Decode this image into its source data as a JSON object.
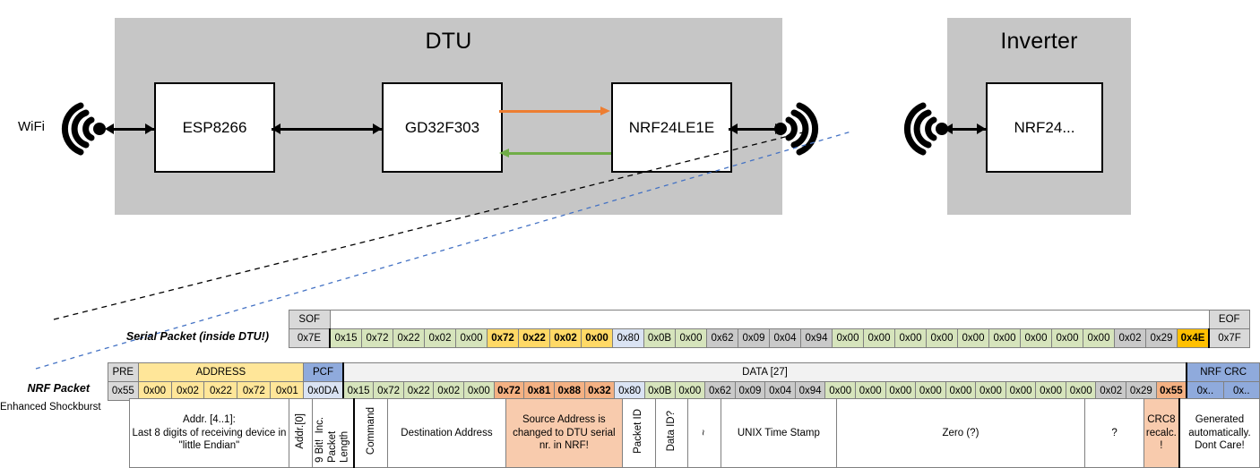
{
  "diagram": {
    "dtu": {
      "title": "DTU",
      "chips": [
        "ESP8266",
        "GD32F303",
        "NRF24LE1E"
      ],
      "wifi_label": "WiFi",
      "tx_arrow_color": "#ed7d31",
      "rx_arrow_color": "#70ad47"
    },
    "inverter": {
      "title": "Inverter",
      "chips": [
        "NRF24..."
      ]
    }
  },
  "serial_packet": {
    "label": "Serial Packet (inside DTU!)",
    "sof_header": "SOF",
    "eof_header": "EOF",
    "sof_value": "0x7E",
    "eof_value": "0x7F",
    "bytes": [
      {
        "v": "0x15",
        "fill": "f-green",
        "bold": false
      },
      {
        "v": "0x72",
        "fill": "f-green",
        "bold": false
      },
      {
        "v": "0x22",
        "fill": "f-green",
        "bold": false
      },
      {
        "v": "0x02",
        "fill": "f-green",
        "bold": false
      },
      {
        "v": "0x00",
        "fill": "f-green",
        "bold": false
      },
      {
        "v": "0x72",
        "fill": "f-yellow-d",
        "bold": true
      },
      {
        "v": "0x22",
        "fill": "f-yellow-d",
        "bold": true
      },
      {
        "v": "0x02",
        "fill": "f-yellow-d",
        "bold": true
      },
      {
        "v": "0x00",
        "fill": "f-yellow-d",
        "bold": true
      },
      {
        "v": "0x80",
        "fill": "f-blue",
        "bold": false
      },
      {
        "v": "0x0B",
        "fill": "f-green",
        "bold": false
      },
      {
        "v": "0x00",
        "fill": "f-green",
        "bold": false
      },
      {
        "v": "0x62",
        "fill": "f-silver",
        "bold": false
      },
      {
        "v": "0x09",
        "fill": "f-silver",
        "bold": false
      },
      {
        "v": "0x04",
        "fill": "f-silver",
        "bold": false
      },
      {
        "v": "0x94",
        "fill": "f-silver",
        "bold": false
      },
      {
        "v": "0x00",
        "fill": "f-green",
        "bold": false
      },
      {
        "v": "0x00",
        "fill": "f-green",
        "bold": false
      },
      {
        "v": "0x00",
        "fill": "f-green",
        "bold": false
      },
      {
        "v": "0x00",
        "fill": "f-green",
        "bold": false
      },
      {
        "v": "0x00",
        "fill": "f-green",
        "bold": false
      },
      {
        "v": "0x00",
        "fill": "f-green",
        "bold": false
      },
      {
        "v": "0x00",
        "fill": "f-green",
        "bold": false
      },
      {
        "v": "0x00",
        "fill": "f-green",
        "bold": false
      },
      {
        "v": "0x00",
        "fill": "f-green",
        "bold": false
      },
      {
        "v": "0x02",
        "fill": "f-silver",
        "bold": false
      },
      {
        "v": "0x29",
        "fill": "f-silver",
        "bold": false
      },
      {
        "v": "0x4E",
        "fill": "f-amber",
        "bold": true
      }
    ]
  },
  "nrf_packet": {
    "label": "NRF Packet",
    "sublabel": "Enhanced Shockburst",
    "headers": {
      "pre": "PRE",
      "address": "ADDRESS",
      "pcf": "PCF",
      "data": "DATA [27]",
      "crc": "NRF CRC"
    },
    "pre_value": "0x55",
    "address_bytes": [
      "0x00",
      "0x02",
      "0x22",
      "0x72",
      "0x01"
    ],
    "pcf_value": "0x0DA",
    "crc_bytes": [
      "0x..",
      "0x.."
    ],
    "bytes": [
      {
        "v": "0x15",
        "fill": "f-green",
        "bold": false
      },
      {
        "v": "0x72",
        "fill": "f-green",
        "bold": false
      },
      {
        "v": "0x22",
        "fill": "f-green",
        "bold": false
      },
      {
        "v": "0x02",
        "fill": "f-green",
        "bold": false
      },
      {
        "v": "0x00",
        "fill": "f-green",
        "bold": false
      },
      {
        "v": "0x72",
        "fill": "f-salmon-d",
        "bold": true
      },
      {
        "v": "0x81",
        "fill": "f-salmon-d",
        "bold": true
      },
      {
        "v": "0x88",
        "fill": "f-salmon-d",
        "bold": true
      },
      {
        "v": "0x32",
        "fill": "f-salmon-d",
        "bold": true
      },
      {
        "v": "0x80",
        "fill": "f-blue",
        "bold": false
      },
      {
        "v": "0x0B",
        "fill": "f-green",
        "bold": false
      },
      {
        "v": "0x00",
        "fill": "f-green",
        "bold": false
      },
      {
        "v": "0x62",
        "fill": "f-silver",
        "bold": false
      },
      {
        "v": "0x09",
        "fill": "f-silver",
        "bold": false
      },
      {
        "v": "0x04",
        "fill": "f-silver",
        "bold": false
      },
      {
        "v": "0x94",
        "fill": "f-silver",
        "bold": false
      },
      {
        "v": "0x00",
        "fill": "f-green",
        "bold": false
      },
      {
        "v": "0x00",
        "fill": "f-green",
        "bold": false
      },
      {
        "v": "0x00",
        "fill": "f-green",
        "bold": false
      },
      {
        "v": "0x00",
        "fill": "f-green",
        "bold": false
      },
      {
        "v": "0x00",
        "fill": "f-green",
        "bold": false
      },
      {
        "v": "0x00",
        "fill": "f-green",
        "bold": false
      },
      {
        "v": "0x00",
        "fill": "f-green",
        "bold": false
      },
      {
        "v": "0x00",
        "fill": "f-green",
        "bold": false
      },
      {
        "v": "0x00",
        "fill": "f-green",
        "bold": false
      },
      {
        "v": "0x02",
        "fill": "f-silver",
        "bold": false
      },
      {
        "v": "0x29",
        "fill": "f-silver",
        "bold": false
      },
      {
        "v": "0x55",
        "fill": "f-salmon-d",
        "bold": true
      }
    ]
  },
  "descriptions": {
    "address": "Addr. [4..1]:\nLast 8 digits of receiving device in \"little Endian\"",
    "addr0": "Addr.[0]",
    "pcf_line1": "9 Bit!",
    "pcf_line2": "Inc. Packet",
    "pcf_line3": "Length",
    "command": "Command",
    "destination": "Destination Address",
    "source": "Source Address is changed to DTU serial nr. in NRF!",
    "packet_id": "Packet ID",
    "data_id": "Data ID?",
    "tilde": "~",
    "unix": "UNIX Time Stamp",
    "zero": "Zero (?)",
    "question": "?",
    "crc8": "CRC8 recalc. !",
    "crc_auto": "Generated automatically. Dont Care!"
  }
}
